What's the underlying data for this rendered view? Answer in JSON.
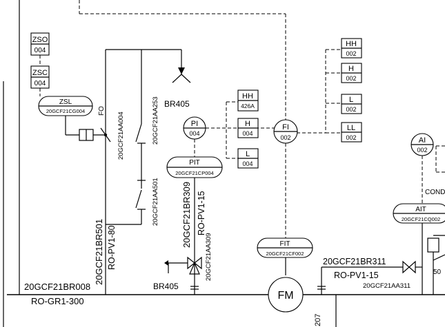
{
  "lines": {
    "main": "20GCF21BR008",
    "main_spec": "RO-GR1-300",
    "v501_line": "20GCF21BR501",
    "v501_spec": "RO-PV1-80",
    "pit_line": "20GCF21BR309",
    "pit_spec": "RO-PV1-15",
    "ai_line": "20GCF21BR311",
    "ai_spec": "RO-PV1-15",
    "br405_top": "BR405",
    "br405_bottom": "BR405",
    "bottom_207": "207",
    "cond": "COND",
    "num_50": "50",
    "fo": "FO"
  },
  "valves": {
    "aa004": "20GCF21AA004",
    "aa253": "20GCF21AA253",
    "aa501": "20GCF21AA501",
    "aa309": "20GCF21AA309",
    "aa311": "20GCF21AA311"
  },
  "tags": {
    "zso_top": "ZSO",
    "zso_num": "004",
    "zsc_top": "ZSC",
    "zsc_num": "004",
    "zsl_top": "ZSL",
    "zsl_num": "20GCF21CG004",
    "pi_top": "PI",
    "pi_num": "004",
    "pit_top": "PIT",
    "pit_num": "20GCF21CP004",
    "hh426_top": "HH",
    "hh426_num": "426A",
    "h004_top": "H",
    "h004_num": "004",
    "l004_top": "L",
    "l004_num": "004",
    "fi_top": "FI",
    "fi_num": "002",
    "hh002_top": "HH",
    "hh002_num": "002",
    "h002_top": "H",
    "h002_num": "002",
    "l002_top": "L",
    "l002_num": "002",
    "ll002_top": "LL",
    "ll002_num": "002",
    "fit_top": "FIT",
    "fit_num": "20GCF21CF002",
    "fm": "FM",
    "ai_top": "AI",
    "ai_num": "002",
    "ait_top": "AIT",
    "ait_num": "20GCF21CQ002"
  }
}
